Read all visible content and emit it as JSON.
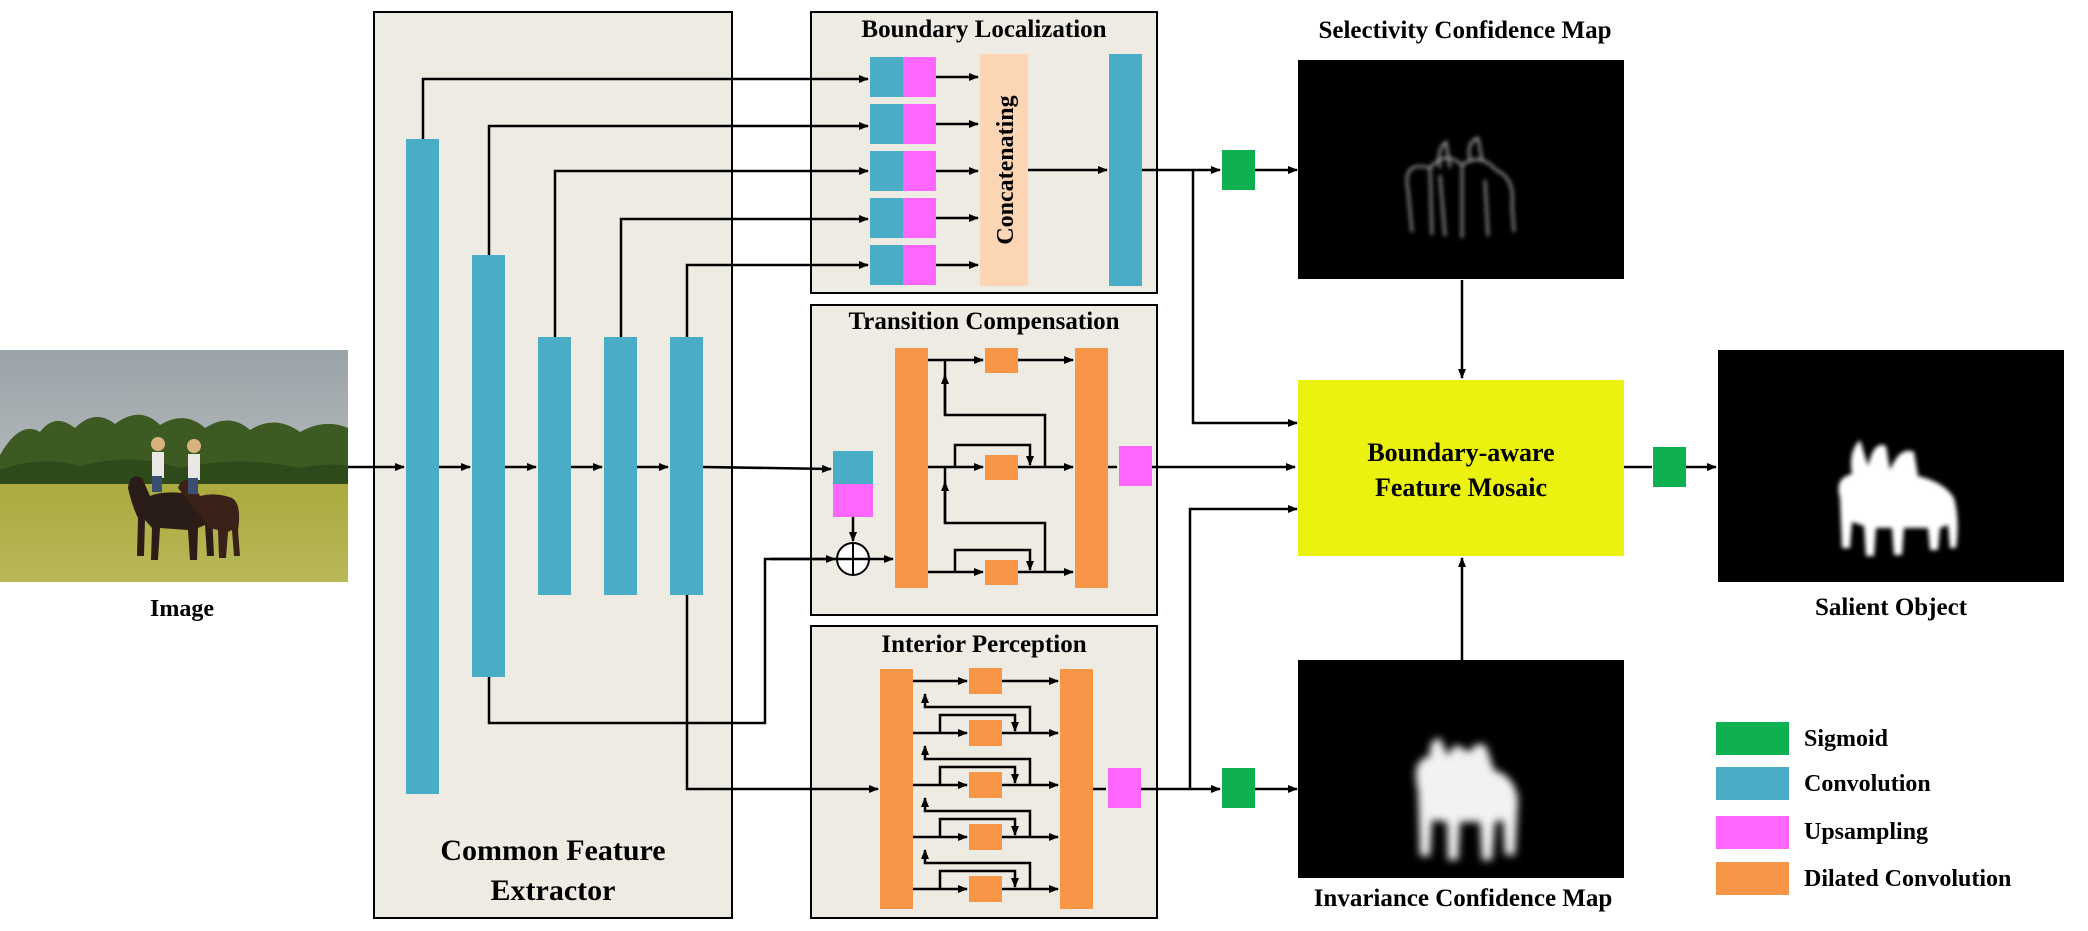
{
  "labels": {
    "image": "Image",
    "extractor_line1": "Common Feature",
    "extractor_line2": "Extractor",
    "boundary_localization": "Boundary Localization",
    "concatenating": "Concatenating",
    "transition_compensation": "Transition Compensation",
    "interior_perception": "Interior Perception",
    "selectivity_map": "Selectivity Confidence Map",
    "invariance_map": "Invariance Confidence Map",
    "mosaic_line1": "Boundary-aware",
    "mosaic_line2": "Feature Mosaic",
    "salient_object": "Salient Object"
  },
  "legend": [
    {
      "label": "Sigmoid",
      "color": "#0fb04f"
    },
    {
      "label": "Convolution",
      "color": "#4bacc6"
    },
    {
      "label": "Upsampling",
      "color": "#ff66ff"
    },
    {
      "label": "Dilated Convolution",
      "color": "#f79646"
    }
  ],
  "colors": {
    "panel_bg": "#edebe2",
    "sigmoid": "#0fb04f",
    "convolution": "#4bacc6",
    "upsampling": "#ff66ff",
    "dilated_convolution": "#f79646",
    "concat": "#fcd5b5",
    "mosaic": "#ecf20f"
  }
}
